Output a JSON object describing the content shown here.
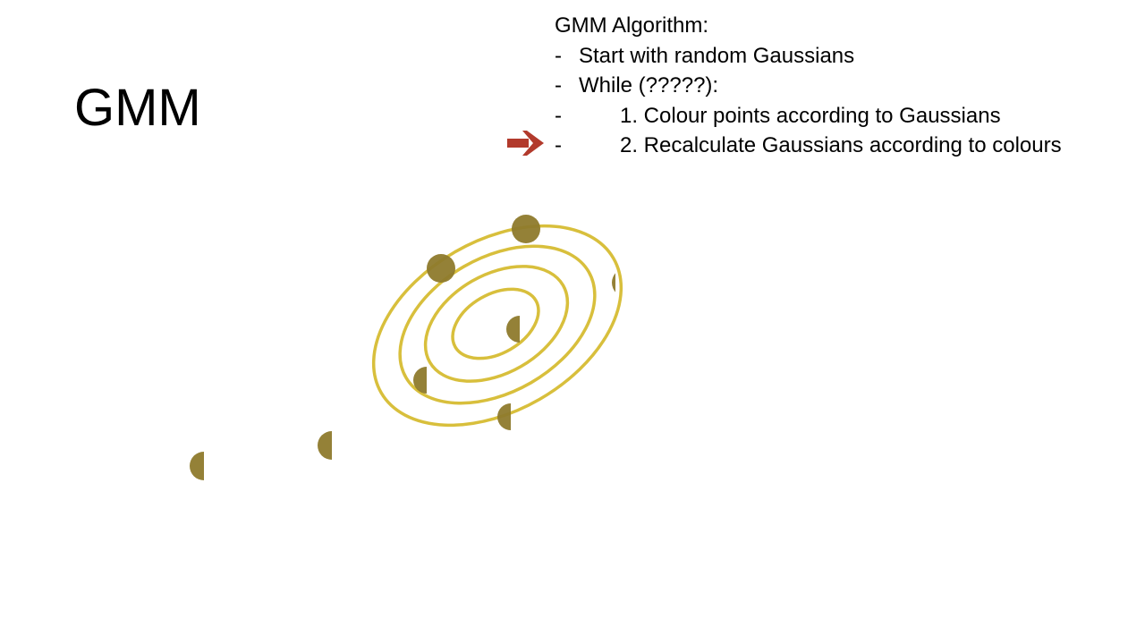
{
  "slide": {
    "title": "GMM",
    "algorithm": {
      "heading": "GMM Algorithm:",
      "items": [
        {
          "bullet": "-",
          "text": "Start with random Gaussians",
          "level": 1
        },
        {
          "bullet": "-",
          "text": "While (?????):",
          "level": 1
        },
        {
          "bullet": "-",
          "text": "1. Colour points according to Gaussians",
          "level": 2
        },
        {
          "bullet": "-",
          "text": "2. Recalculate Gaussians according to colours",
          "level": 2
        }
      ],
      "current_step_index": 3
    }
  },
  "colors": {
    "ring": "#d8bf3c",
    "point": "#8e7a2c",
    "arrow": "#b23a2c"
  }
}
